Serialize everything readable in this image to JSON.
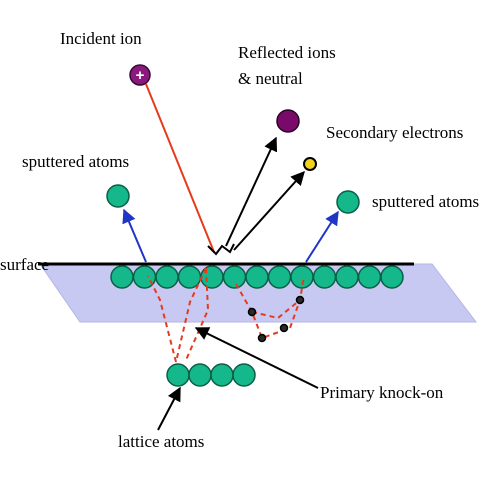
{
  "labels": {
    "incident_ion": "Incident ion",
    "reflected_line1": "Reflected ions",
    "reflected_line2": "& neutral",
    "secondary_electrons": "Secondary electrons",
    "sputtered_left": "sputtered atoms",
    "sputtered_right": "sputtered atoms",
    "surface": "surface",
    "primary_knock_on": "Primary knock-on",
    "lattice_atoms": "lattice atoms"
  },
  "incident_ion_symbol": "+",
  "colors": {
    "atom_fill": "#14b88a",
    "atom_stroke": "#0b5e47",
    "incident_ion": "#8b1a7f",
    "reflected_particle": "#7a0a6a",
    "secondary_electron": "#f2d21b",
    "substrate": "#c7c9f2",
    "incident_path": "#e53b1c",
    "cascade_path": "#e53b1c",
    "sputter_arrow": "#1f35c8",
    "pointer": "#000000"
  },
  "icons": {
    "incident": "circle-plus-icon",
    "reflected": "filled-circle-icon",
    "electron": "filled-circle-icon",
    "atom": "filled-circle-icon"
  }
}
